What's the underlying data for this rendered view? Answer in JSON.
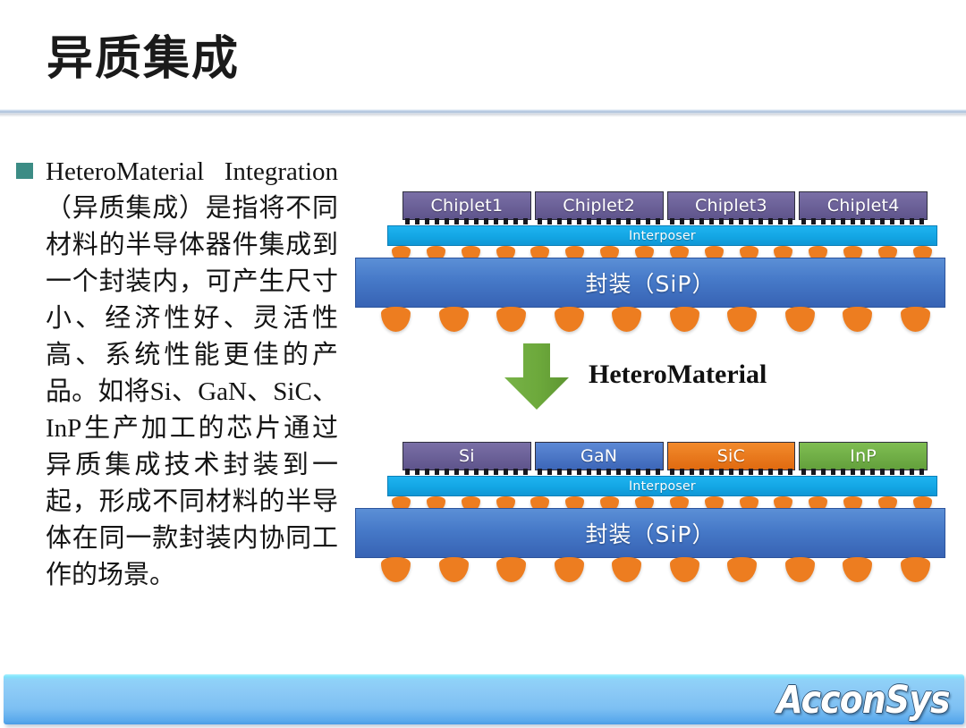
{
  "slide": {
    "title": "异质集成",
    "background": "#ffffff",
    "accent_rule_color": "#a9bdd6"
  },
  "body": {
    "bullet_marker_color": "#3C8C85",
    "text": "HeteroMaterial Integration（异质集成）是指将不同材料的半导体器件集成到一个封装内，可产生尺寸小、经济性好、灵活性高、系统性能更佳的产品。如将Si、GaN、SiC、InP生产加工的芯片通过异质集成技术封装到一起，形成不同材料的半导体在同一款封装内协同工作的场景。"
  },
  "diagram": {
    "top_stack": {
      "chips": [
        {
          "label": "Chiplet1",
          "color": "#6A5F96"
        },
        {
          "label": "Chiplet2",
          "color": "#6A5F96"
        },
        {
          "label": "Chiplet3",
          "color": "#6A5F96"
        },
        {
          "label": "Chiplet4",
          "color": "#6A5F96"
        }
      ],
      "interposer_label": "Interposer",
      "interposer_color": "#13A6E4",
      "package_label": "封装（SiP）",
      "package_color": "#4679C8",
      "microbump_count": 16,
      "upper_ball_count": 16,
      "lower_ball_count": 10,
      "ball_color": "#ED7D20"
    },
    "transition": {
      "arrow_label": "HeteroMaterial",
      "arrow_color": "#6FA83C",
      "arrow_direction": "down"
    },
    "bottom_stack": {
      "chips": [
        {
          "label": "Si",
          "color": "#6A5F96"
        },
        {
          "label": "GaN",
          "color": "#4472C4"
        },
        {
          "label": "SiC",
          "color": "#E8751A"
        },
        {
          "label": "InP",
          "color": "#70AD47"
        }
      ],
      "interposer_label": "Interposer",
      "interposer_color": "#13A6E4",
      "package_label": "封装（SiP）",
      "package_color": "#4679C8",
      "microbump_count": 16,
      "upper_ball_count": 16,
      "lower_ball_count": 10,
      "ball_color": "#ED7D20"
    }
  },
  "footer": {
    "logo_text": "AcconSys",
    "bar_color": "#7dc0f3"
  }
}
